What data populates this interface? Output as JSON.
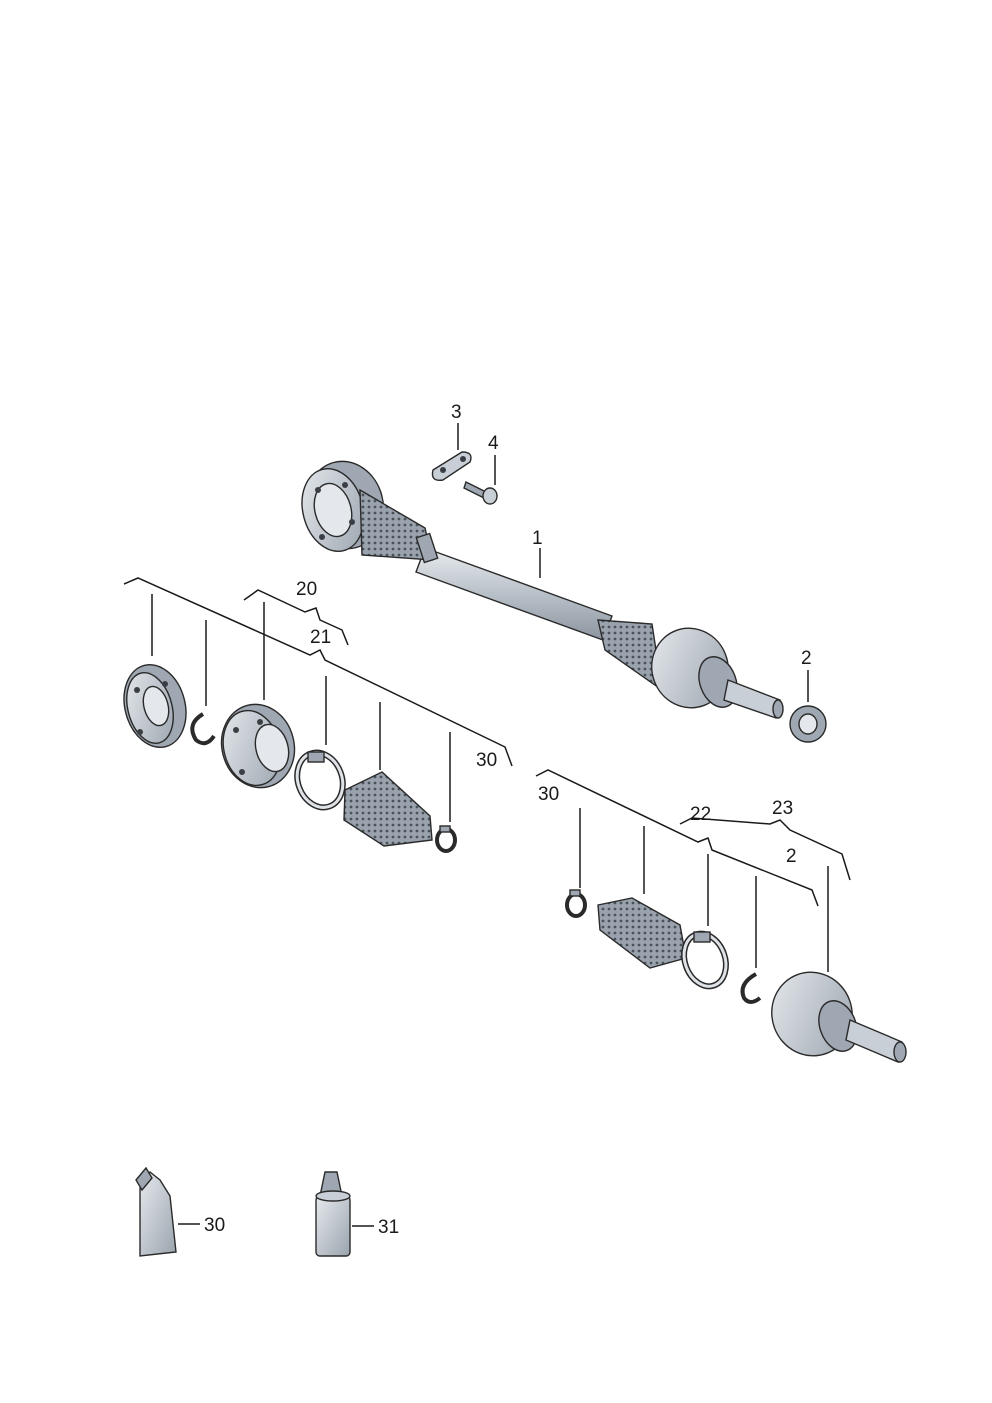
{
  "callouts": {
    "c1": "1",
    "c2_nut": "2",
    "c3": "3",
    "c4": "4",
    "c20": "20",
    "c21": "21",
    "c30_left": "30",
    "c30_right": "30",
    "c22": "22",
    "c23": "23",
    "c2_right": "2",
    "c30_tube": "30",
    "c31_bottle": "31"
  },
  "colors": {
    "line": "#1a1a1a",
    "metal": "#c9cfd6",
    "metal_dark": "#9fa8b2",
    "boot": "#8f99a4"
  }
}
